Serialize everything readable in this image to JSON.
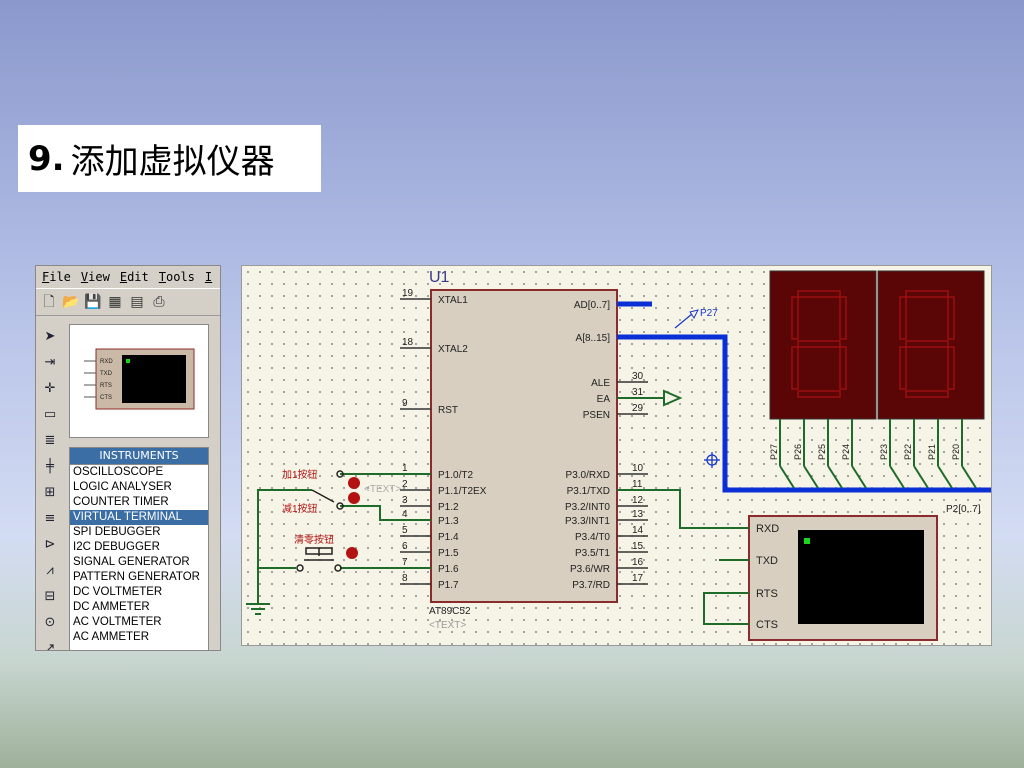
{
  "slide": {
    "title_number": "9.",
    "title_text": "添加虚拟仪器"
  },
  "menu": [
    "File",
    "View",
    "Edit",
    "Tools",
    "I"
  ],
  "instruments": {
    "header": "INSTRUMENTS",
    "items": [
      {
        "label": "OSCILLOSCOPE",
        "selected": false
      },
      {
        "label": "LOGIC ANALYSER",
        "selected": false
      },
      {
        "label": "COUNTER TIMER",
        "selected": false
      },
      {
        "label": "VIRTUAL TERMINAL",
        "selected": true
      },
      {
        "label": "SPI DEBUGGER",
        "selected": false
      },
      {
        "label": "I2C DEBUGGER",
        "selected": false
      },
      {
        "label": "SIGNAL GENERATOR",
        "selected": false
      },
      {
        "label": "PATTERN GENERATOR",
        "selected": false
      },
      {
        "label": "DC VOLTMETER",
        "selected": false
      },
      {
        "label": "DC AMMETER",
        "selected": false
      },
      {
        "label": "AC VOLTMETER",
        "selected": false
      },
      {
        "label": "AC AMMETER",
        "selected": false
      }
    ]
  },
  "preview_pins": [
    "RXD",
    "TXD",
    "RTS",
    "CTS"
  ],
  "chip": {
    "ref": "U1",
    "part": "AT89C52",
    "text_placeholder": "<TEXT>",
    "left_pins": [
      {
        "num": "19",
        "name": "XTAL1"
      },
      {
        "num": "18",
        "name": "XTAL2"
      },
      {
        "num": "9",
        "name": "RST"
      },
      {
        "num": "1",
        "name": "P1.0/T2"
      },
      {
        "num": "2",
        "name": "P1.1/T2EX"
      },
      {
        "num": "3",
        "name": "P1.2"
      },
      {
        "num": "4",
        "name": "P1.3"
      },
      {
        "num": "5",
        "name": "P1.4"
      },
      {
        "num": "6",
        "name": "P1.5"
      },
      {
        "num": "7",
        "name": "P1.6"
      },
      {
        "num": "8",
        "name": "P1.7"
      }
    ],
    "right_pins_top": [
      {
        "num": "",
        "name": "AD[0..7]"
      },
      {
        "num": "",
        "name": "A[8..15]"
      },
      {
        "num": "30",
        "name": "ALE"
      },
      {
        "num": "31",
        "name": "EA"
      },
      {
        "num": "29",
        "name": "PSEN"
      }
    ],
    "right_pins_p3": [
      {
        "num": "10",
        "name": "P3.0/RXD"
      },
      {
        "num": "11",
        "name": "P3.1/TXD"
      },
      {
        "num": "12",
        "name": "P3.2/INT0"
      },
      {
        "num": "13",
        "name": "P3.3/INT1"
      },
      {
        "num": "14",
        "name": "P3.4/T0"
      },
      {
        "num": "15",
        "name": "P3.5/T1"
      },
      {
        "num": "16",
        "name": "P3.6/WR"
      },
      {
        "num": "17",
        "name": "P3.7/RD"
      }
    ]
  },
  "buttons": {
    "add": "加1按钮",
    "sub": "减1按钮",
    "clear": "清零按钮",
    "text_tag": "<TEXT>"
  },
  "net_labels": {
    "p27": "P27",
    "bus": "P2[0..7]"
  },
  "display_pins": [
    "P27",
    "P26",
    "P25",
    "P24",
    "P23",
    "P22",
    "P21",
    "P20"
  ],
  "terminal_pins": [
    "RXD",
    "TXD",
    "RTS",
    "CTS"
  ],
  "colors": {
    "wire": "#1f6b2a",
    "bus": "#0a2fd6",
    "chip_border": "#8b2c2c",
    "segment": "#a01010",
    "display_bg": "#5a0606"
  }
}
